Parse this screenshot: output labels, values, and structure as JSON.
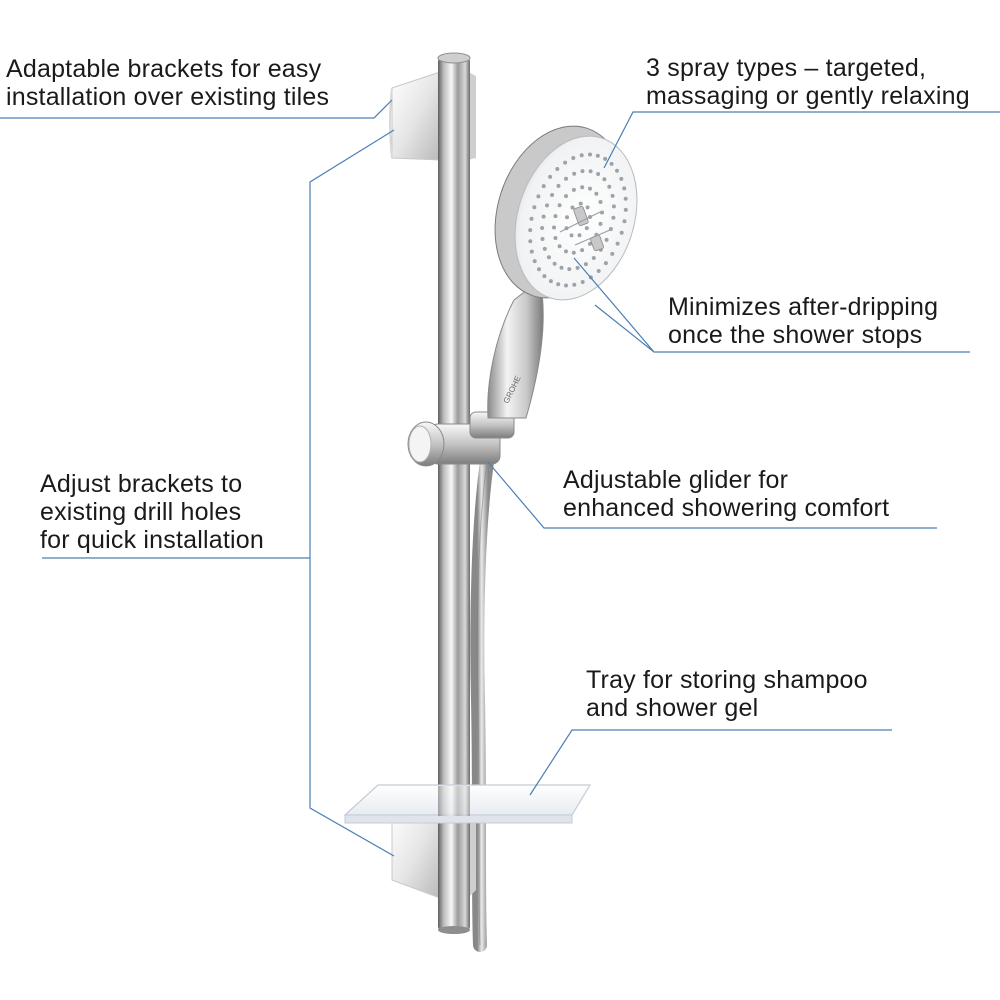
{
  "annotations": {
    "brackets_tiles": {
      "line1": "Adaptable brackets for easy",
      "line2": "installation over existing tiles"
    },
    "spray_types": {
      "line1": "3 spray types – targeted,",
      "line2": "massaging or gently relaxing"
    },
    "after_dripping": {
      "line1": "Minimizes after-dripping",
      "line2": "once the shower stops"
    },
    "drill_holes": {
      "line1": "Adjust brackets to",
      "line2": "existing drill holes",
      "line3": "for quick installation"
    },
    "glider": {
      "line1": "Adjustable glider for",
      "line2": "enhanced showering comfort"
    },
    "tray": {
      "line1": "Tray for storing shampoo",
      "line2": "and shower gel"
    }
  },
  "brand_logo": "GROHE",
  "colors": {
    "leader_line": "#4a7fb5",
    "text": "#1a1a1a",
    "chrome_dark": "#6e6e6e",
    "chrome_light": "#f4f4f4",
    "tray_white": "#f7f8fa"
  }
}
